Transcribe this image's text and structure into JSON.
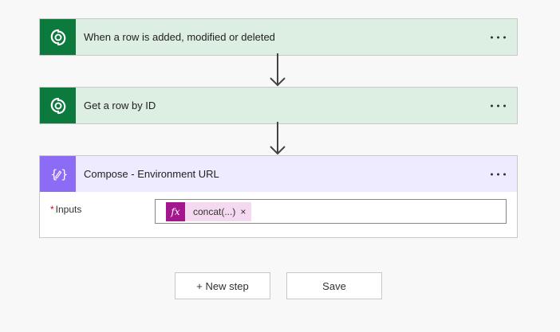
{
  "steps": [
    {
      "title": "When a row is added, modified or deleted",
      "icon": "dataverse-icon",
      "color": "#0c7a3c",
      "header_bg": "#ddeee3"
    },
    {
      "title": "Get a row by ID",
      "icon": "dataverse-icon",
      "color": "#0c7a3c",
      "header_bg": "#ddeee3"
    },
    {
      "title": "Compose - Environment URL",
      "icon": "compose-icon",
      "color": "#8c6cf4",
      "header_bg": "#eeeaff",
      "fields": [
        {
          "label": "Inputs",
          "required_marker": "*",
          "token": {
            "icon_text": "fx",
            "label": "concat(...)",
            "close": "×",
            "color": "#a4168e"
          }
        }
      ]
    }
  ],
  "more_options_icon": "ellipsis-icon",
  "actions": {
    "new_step_label": "+ New step",
    "save_label": "Save"
  }
}
